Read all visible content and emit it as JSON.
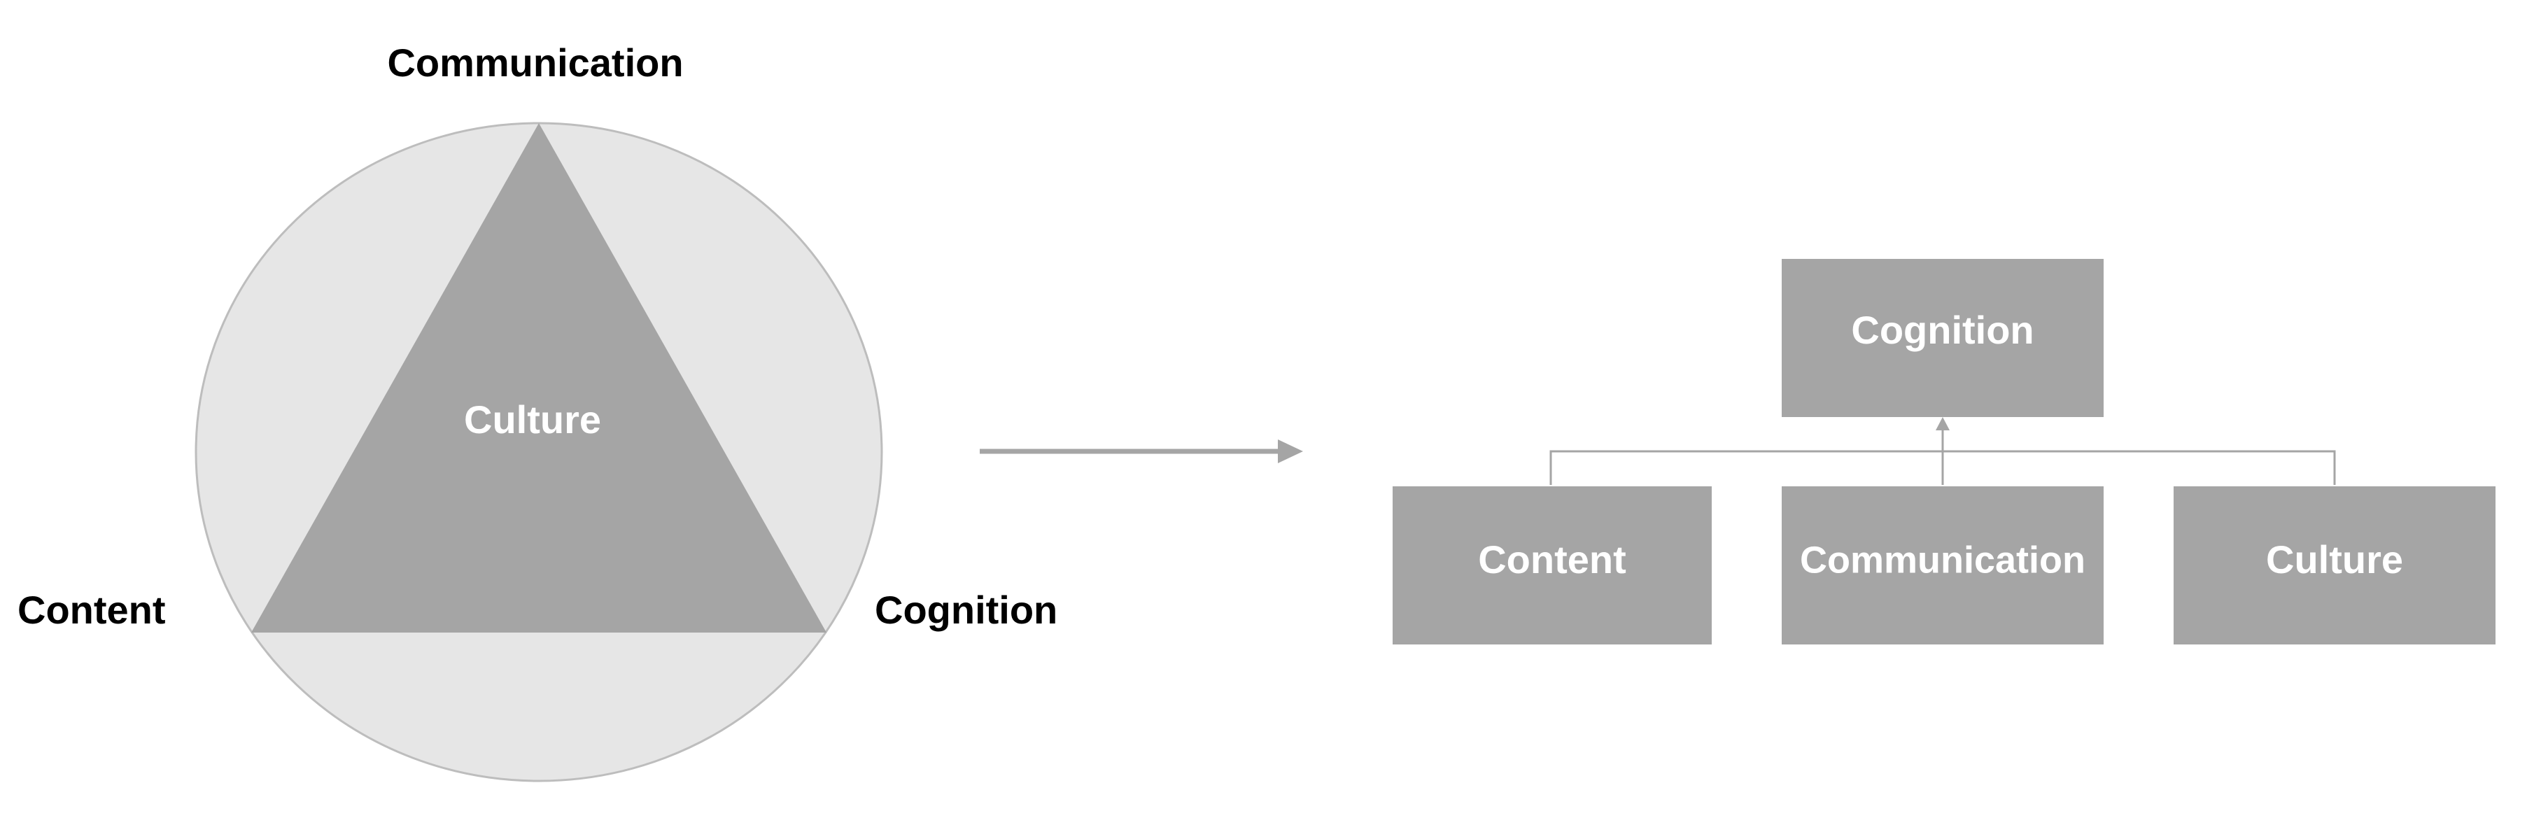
{
  "left_diagram": {
    "center_label": "Culture",
    "top_label": "Communication",
    "left_label": "Content",
    "right_label": "Cognition"
  },
  "right_diagram": {
    "top_box_label": "Cognition",
    "bottom_boxes": [
      {
        "label": "Content"
      },
      {
        "label": "Communication"
      },
      {
        "label": "Culture"
      }
    ]
  },
  "colors": {
    "circle_fill": "#e6e6e6",
    "circle_stroke": "#bdbdbd",
    "shape_fill": "#a5a5a5",
    "connector": "#a5a5a5",
    "outer_text": "#000000",
    "inner_text": "#ffffff"
  }
}
